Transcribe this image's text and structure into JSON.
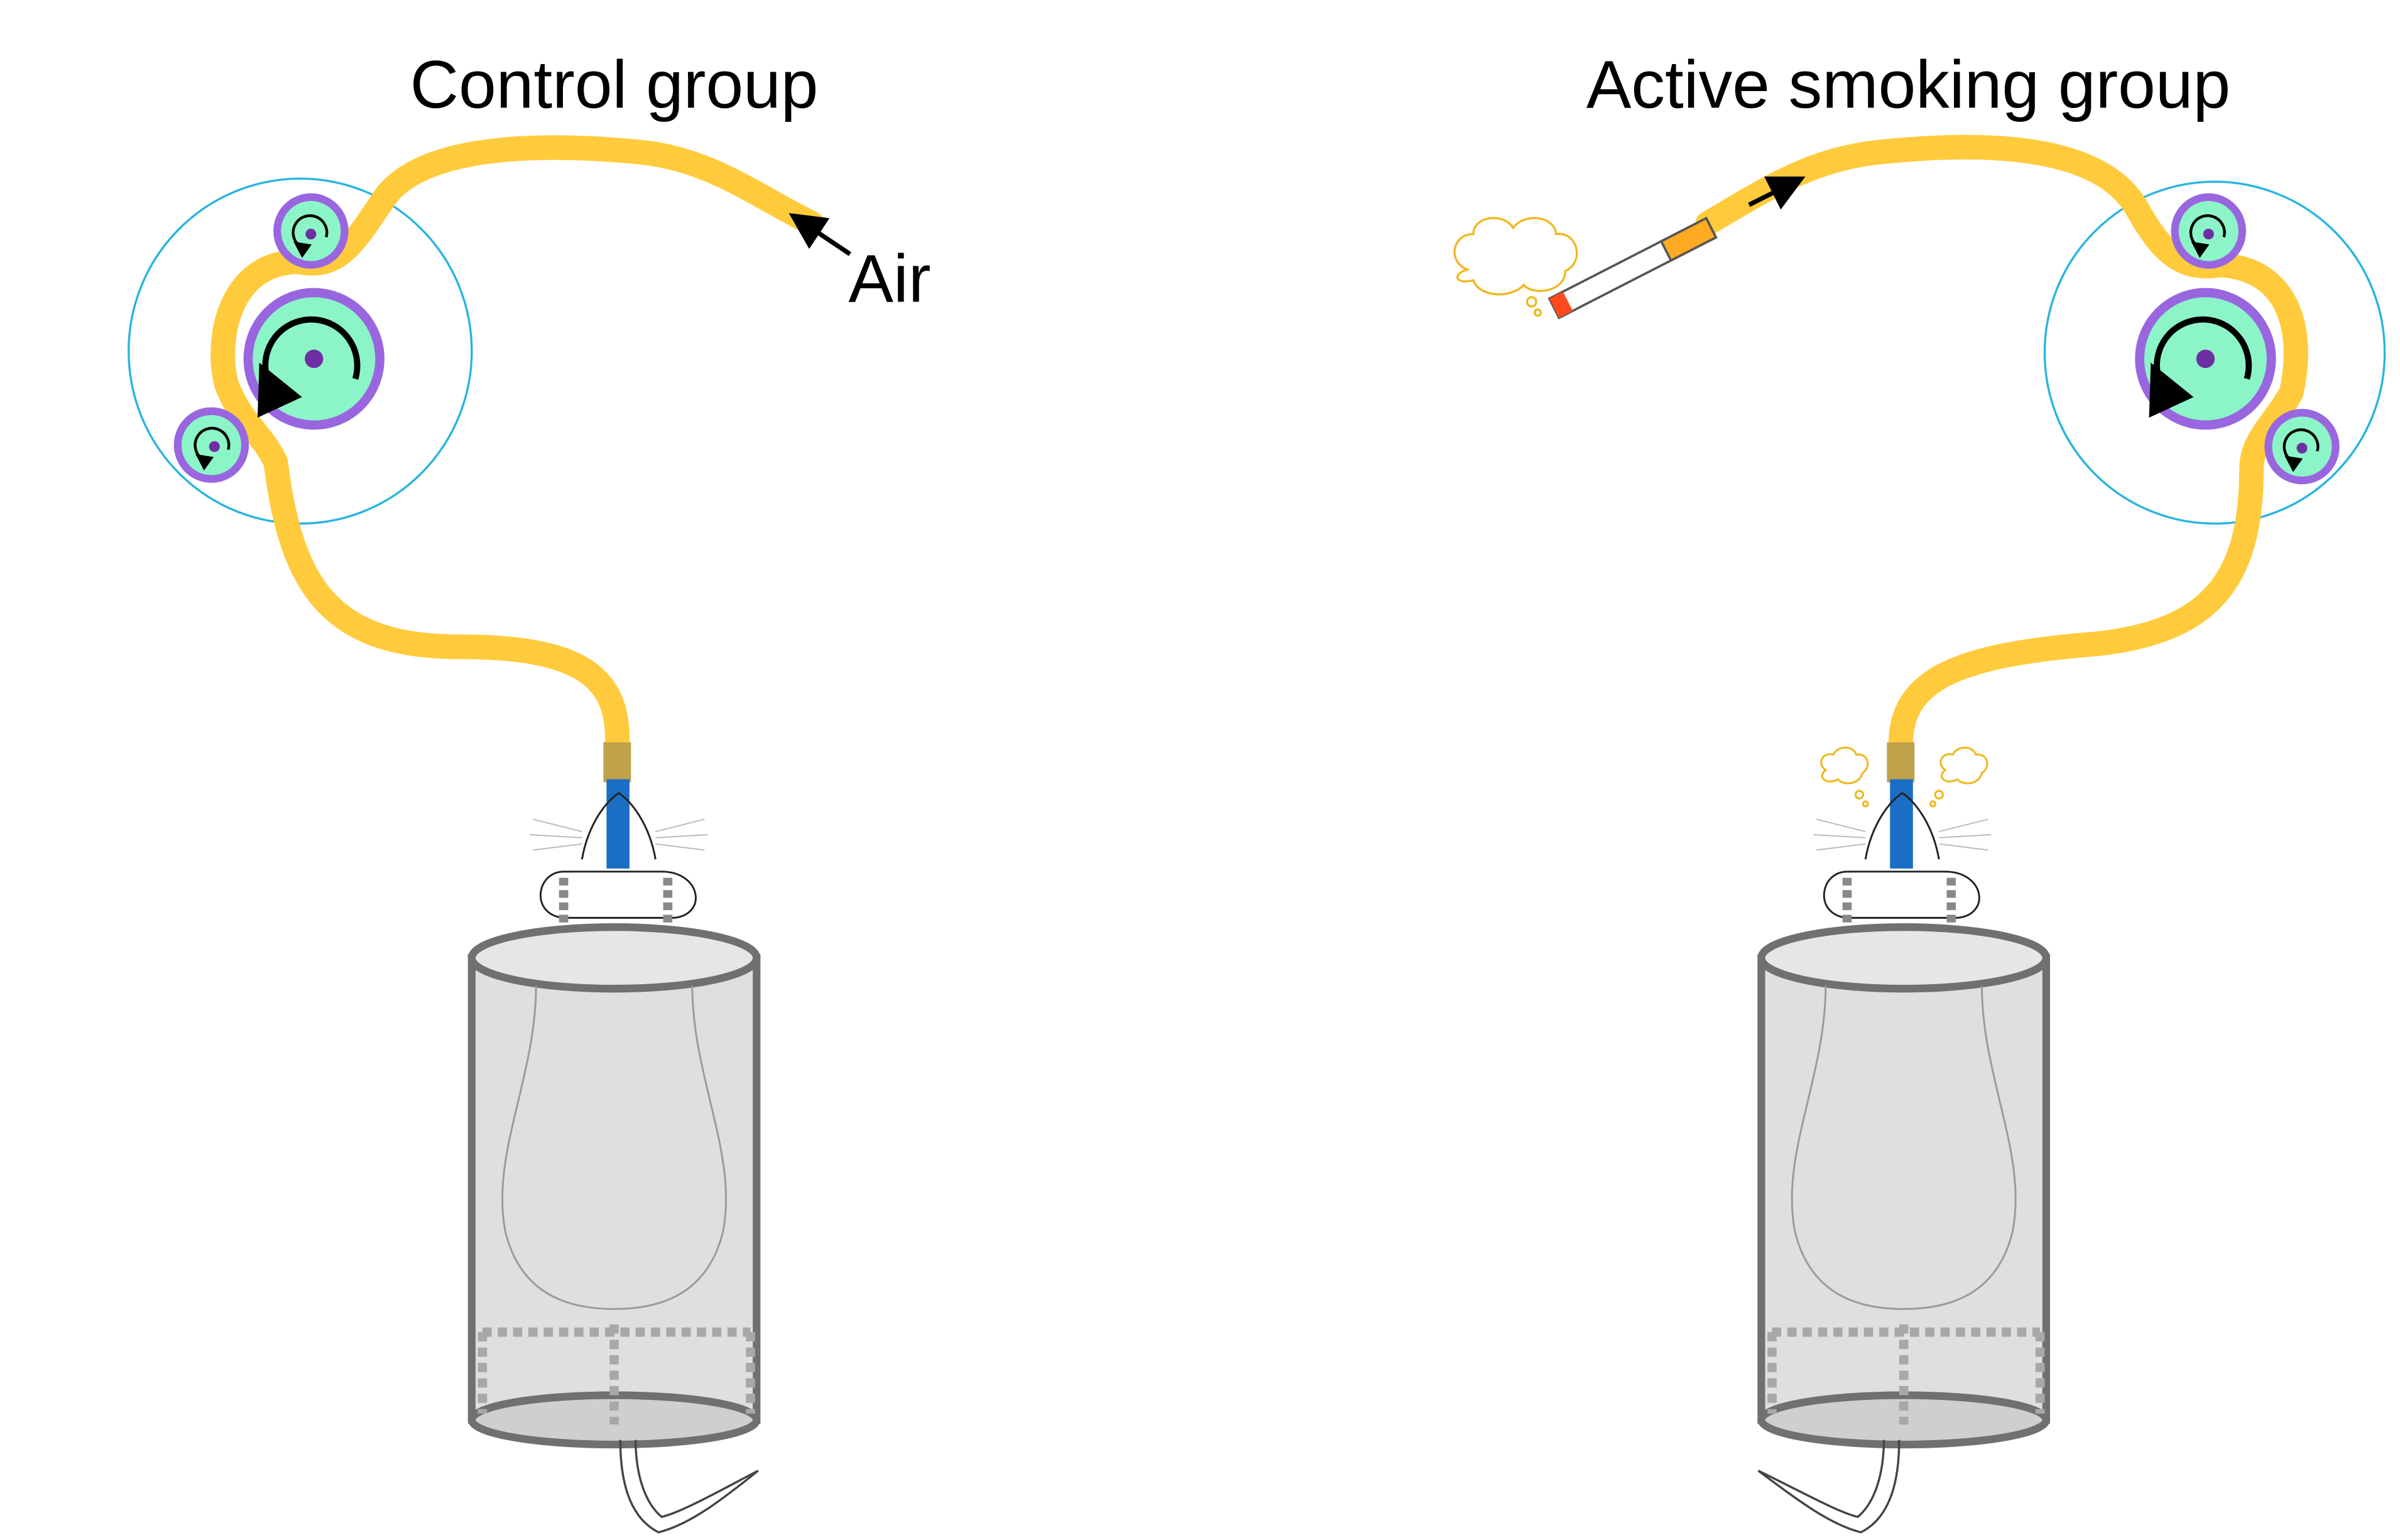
{
  "panels": {
    "control": {
      "title": "Control group",
      "air_label": "Air"
    },
    "smoking": {
      "title": "Active smoking group"
    }
  },
  "colors": {
    "tube": "#FFCB3D",
    "tube_joint": "#BFA24A",
    "cannula": "#1A6FC4",
    "roller_fill": "#8CF5C8",
    "roller_ring": "#9966E0",
    "roller_hub": "#6E2FA3",
    "pump_circle": "#29B4E0",
    "restrainer_fill": "#D9D9D9",
    "restrainer_stroke": "#707070",
    "cigarette_filter": "#FFAA22",
    "cigarette_ember": "#FF4A1C",
    "smoke_cloud": "#F0B820"
  },
  "icons": {
    "pump_rotor_arrow": "clockwise-arrow-icon",
    "air_arrow": "arrow-left-icon",
    "flow_arrow": "arrow-up-right-icon",
    "smoke": "smoke-cloud-icon",
    "cigarette": "cigarette-icon"
  }
}
